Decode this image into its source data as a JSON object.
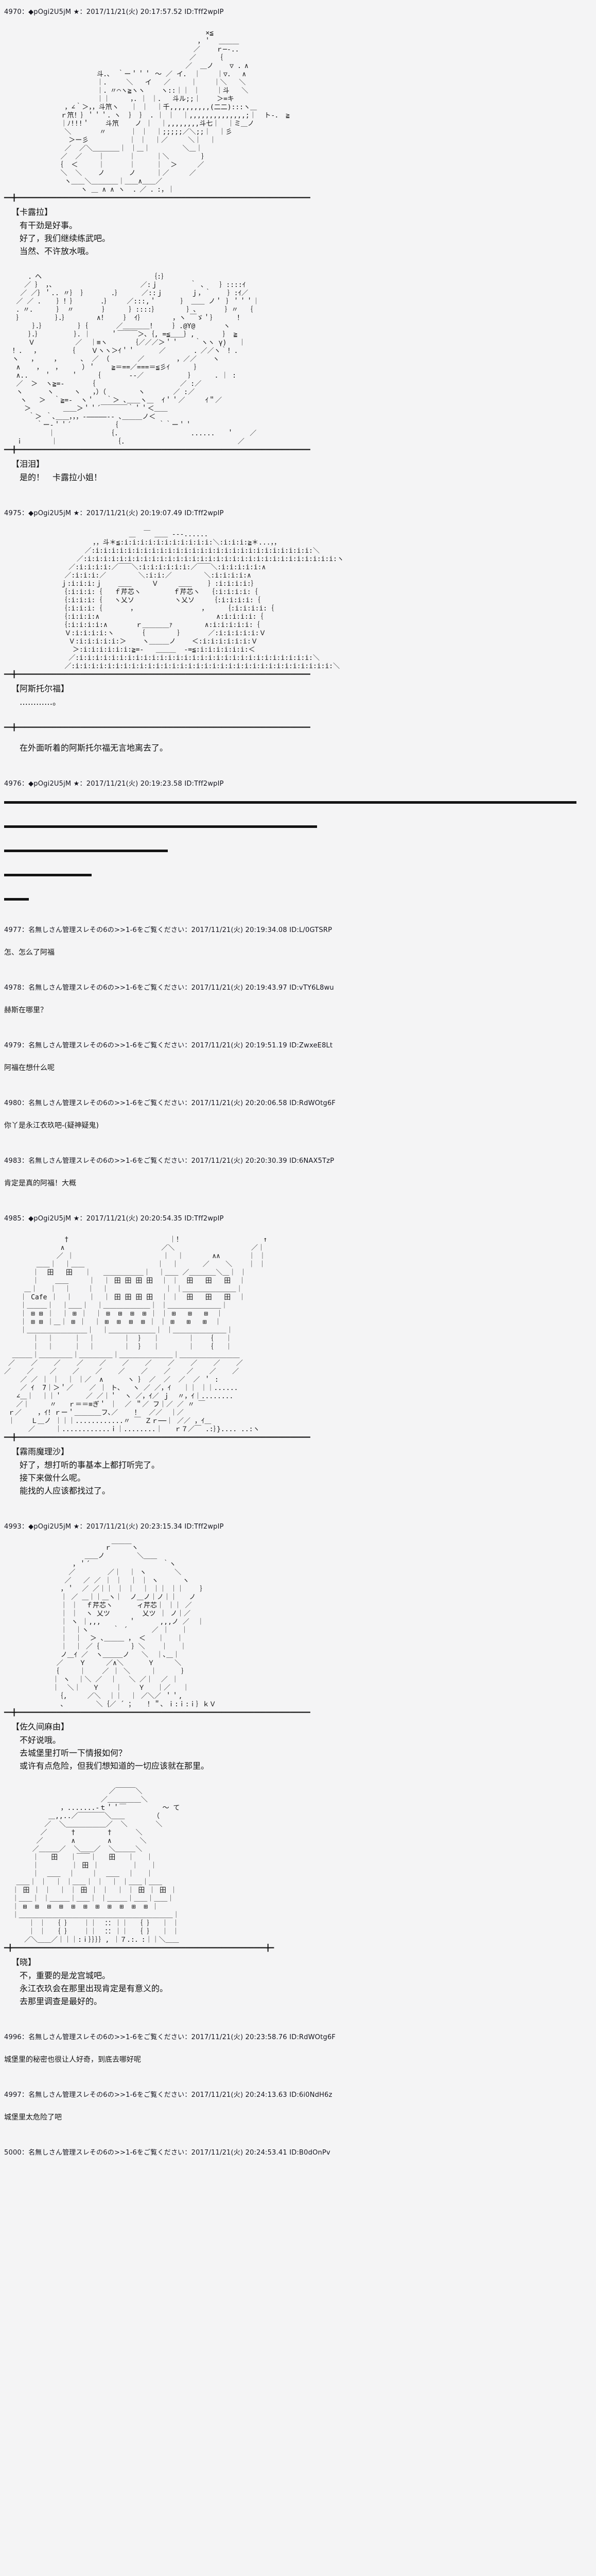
{
  "page": {
    "background": "#f4f4f5",
    "text_color": "#141414",
    "accent_dark": "#14141e"
  },
  "posts": [
    {
      "id": "4970",
      "name": "◆pOgi2U5jM ★",
      "trip": true,
      "date": "2017/11/21(火) 20:17:57.52",
      "uid": "ID:Tff2wpIP",
      "blocks": [
        {
          "kind": "aa",
          "lines": [
            "                                                  ×≦",
            "                                                ，＇  ＿＿＿",
            "                                               ／    ｒ─-..",
            "                                              ／     ｛",
            "                                             ／  ＿ノ    ▽ ．∧",
            "                       斗．、 ｀ー＇＇＇ ～ ／ イ． ｜    ｜▽．  ∧",
            "                       ｜．    ＼   イ   ／     ｜    ｜＼   ＼",
            "                       ｜．〃⌒ヽ≧ヽヽ    ヽ::｜｜ ｜    ｜斗   ＼",
            "                       ｜｜     ，．｜ ｜．  斗ル;;｜    ＞=キ",
            "               ，∠｀＞，，斗笊ヽ   ｜ ｜  ｜千,,,,,,,,,,(二二):::ヽ＿",
            "              ｒ笊！｝＇＇＇．ヽ  ｝ ｝ ．｜ ｜  ｜,,,,,,,,,,,,,,;｜  ト-． ≧",
            "              ｜ﾉ!!!＇    斗笊    ノ ｜  ｜,,,,,,,,斗七｜  ｜ミ＿ノ",
            "               ＼       〃      ｜ ｜  ｜;;;;;／＼;;｜  ｜彡",
            "                ＞ー彡          ｜ ｜  ｜／     ＼｜  ｜",
            "               ／  ／＼＿＿＿＿｜ ｜＿｜        ＼＿｜",
            "              ／  ／    ｜      ｜     ｜＼        ｝",
            "             ｛  ＜     ｜      ｜     ｜  ＞     ／",
            "              ＼  ＼    ノ      ノ     ｜／     ／",
            "               ヽ＿＿＼＿＿＿＿｜＿＿∧＿＿／",
            "                   ヽ ＿ ∧ ∧ ヽ  ．／ ．:，｜",
            "━━╋━━━━━━━━━━━━━━━━━━━━━━━━━━━━━━━━━━━━━━━━━━━━━━━━━━━━━━━━━━━━━━━━━━━━━━━━━"
          ]
        },
        {
          "kind": "dialog",
          "speaker": "【卡露拉】",
          "lines": [
            "有干劲是好事。",
            "好了，我们继续练武吧。",
            "当然、不许放水哦。"
          ]
        },
        {
          "kind": "aa",
          "lines": [
            "      ．ヘ                           ｛:｝",
            "     ／ ｝ ，、                     ／:ｊ        ｀ 、   ｝::::ｲ",
            "    ／ ／｝＇.. 〃｝ ｝      ．｝     ／::ｊ       ｊ，｀    ｝:ｲ／",
            "   ／ ／ ．   ｝！｝      ．｝    ／:::,＇      ｝ ＿＿ ノ＇ ｝＇＇＇｜",
            "   ．〃．     ｝ 〃       ｝     ｝::::｝       ｝､       ｝〃  ｛",
            "   ｝        ｝．｝       ∧！    ｝ ｲ｝       ，ヽ ￣ゞ＇｝     ！",
            "       ｝．｝        ｝｛       ／＿＿＿＿！    ｝.@Y@       ヽ",
            "      ｝．｝        ｝．｜     ＇￣￣￣＞､｛, =≦＿＿｝,       ｝ ≧",
            "      Ｖ          ／  ｜≡ヽ      ｛／／／＞＇＇    ｀ヽヽ γ)   ｜",
            "  ！．  ，       ｛    Ｖヽヽ＞ｲ＇＇      ／       ．／／ヽ｀！.",
            "  ヽ   ，    ，     ､  ／ （       ／        ，／／    ヽ",
            "   ∧    ，   ，     ）＇    ≧＝==／===＝≦彡ｲ      ｝",
            "   ∧..    ＇     ＇    ｛       --／           ｝     ．｜ :",
            "   ／  ＞  ヽ≧=-      ｛                     ／ :／",
            "   ヽ      ヽ     ヽ   ，）（        ヽ       ／ :／",
            "    ヽ   ＞  ｀≧=-  ヽ＇   ｀＞ ､＿＿ヽ＿  ｲ＇＇／     ｲ＂／",
            "     ＞        ＿＿＞＇＇´￣￣￣￣｀＇＇＜＿＿",
            "      ｀＞ ｀､＿＿，，，-―――――-- ､＿＿＿ノ＜",
            "        ｀ー-＇＇´          ｛          ｀｀ー＇＇",
            "           ｜             ｛.                  ......   ＇    ／",
            "   ｉ       ｜              ｛.                            ／",
            "━━╋━━━━━━━━━━━━━━━━━━━━━━━━━━━━━━━━━━━━━━━━━━━━━━━━━━━━━━━━━━━━━━━━━━━━━━━━━"
          ]
        },
        {
          "kind": "dialog",
          "speaker": "【泪泪】",
          "lines": [
            "是的！　卡露拉小姐！"
          ]
        }
      ]
    },
    {
      "id": "4975",
      "name": "◆pOgi2U5jM ★",
      "trip": true,
      "date": "2017/11/21(火) 20:19:07.49",
      "uid": "ID:Tff2wpIP",
      "blocks": [
        {
          "kind": "aa",
          "lines": [
            "                               ＿  ￣ ＿＿ ---......",
            "                      ，，斗＊≦:i:i:i:i:i:i:i:i:i:i:i:＼:i:i:i:≧＊...，，",
            "                    ／:i:i:i:i:i:i:i:i:i:i:i:i:i:i:i:i:i:i:i:i:i:i:i:i:i:i:i:＼",
            "                  ／:i:i:i:i:i:i:i:i:i:i:i:i:i:i:i:i:i:i:i:i:i:i:i:i:i:i:i:i:i:i:i:ヽ",
            "                ／:i:i:i:i:／￣￣＼:i:i:i:i:i:i:／￣￣＼:i:i:i:i:i:∧",
            "               ／:i:i:i:／        ＼:i:i:／        ＼:i:i:i:i:∧",
            "              ｊ:i:i:i:ｊ    ＿＿     Ｖ     ＿＿    ｝:i:i:i:i:｝",
            "              ｛:i:i:i:｛   ｆ芹芯ヽ        ｆ芹芯ヽ  ｛:i:i:i:i:｛",
            "              ｛:i:i:i:｛   ヽ乂ソ          ヽ乂ソ    ｛:i:i:i:i:｛",
            "              ｛:i:i:i:｛       ，                ，    ｛:i:i:i:i:｛",
            "              ｛:i:i:i:∧                             ∧:i:i:i:i:｛",
            "              ｛:i:i:i:i:∧       ｒ＿＿＿＿ｧ        ∧:i:i:i:i:i:｛",
            "               Ｖ:i:i:i:i:ヽ      ｛        ｝      ／:i:i:i:i:i:Ｖ",
            "                Ｖ:i:i:i:i:i:＞    ヽ＿＿＿ノ    ＜:i:i:i:i:i:i:Ｖ",
            "                 ＞:i:i:i:i:i:i:≧=-   ＿＿＿  -=≦:i:i:i:i:i:i:＜",
            "                ／:i:i:i:i:i:i:i:i:i:i:i:i:i:i:i:i:i:i:i:i:i:i:i:i:i:i:i:i:i:＼",
            "               ／:i:i:i:i:i:i:i:i:i:i:i:i:i:i:i:i:i:i:i:i:i:i:i:i:i:i:i:i:i:i:i:i:＼",
            "━━╋━━━━━━━━━━━━━━━━━━━━━━━━━━━━━━━━━━━━━━━━━━━━━━━━━━━━━━━━━━━━━━━━━━━━━━━━━"
          ]
        },
        {
          "kind": "dialog",
          "speaker": "【阿斯托尔福】",
          "lines": [
            "…………。"
          ]
        },
        {
          "kind": "rule",
          "text": "━━╋━━━━━━━━━━━━━━━━━━━━━━━━━━━━━━━━━━━━━━━━━━━━━━━━━━━━━━━━━━━━━━━━━━━━━━━━━"
        },
        {
          "kind": "narration",
          "lines": [
            "在外面听着的阿斯托尔福无言地离去了。"
          ]
        }
      ]
    },
    {
      "id": "4976",
      "name": "◆pOgi2U5jM ★",
      "trip": true,
      "date": "2017/11/21(火) 20:19:23.58",
      "uid": "ID:Tff2wpIP",
      "blocks": [
        {
          "kind": "scenebreak",
          "widths": [
            1112,
            608,
            318,
            170,
            48
          ]
        }
      ]
    },
    {
      "id": "4977",
      "name": "名無しさん管理スレその6の>>1-6をご覧ください",
      "trip": false,
      "date": "2017/11/21(火) 20:19:34.08",
      "uid": "ID:L/0GTSRP",
      "blocks": [
        {
          "kind": "body",
          "lines": [
            "怎、怎么了阿福"
          ]
        }
      ]
    },
    {
      "id": "4978",
      "name": "名無しさん管理スレその6の>>1-6をご覧ください",
      "trip": false,
      "date": "2017/11/21(火) 20:19:43.97",
      "uid": "ID:vTY6L8wu",
      "blocks": [
        {
          "kind": "body",
          "lines": [
            "赫斯在哪里？"
          ]
        }
      ]
    },
    {
      "id": "4979",
      "name": "名無しさん管理スレその6の>>1-6をご覧ください",
      "trip": false,
      "date": "2017/11/21(火) 20:19:51.19",
      "uid": "ID:ZwxeE8Lt",
      "blocks": [
        {
          "kind": "body",
          "lines": [
            "阿福在想什么呢"
          ]
        }
      ]
    },
    {
      "id": "4980",
      "name": "名無しさん管理スレその6の>>1-6をご覧ください",
      "trip": false,
      "date": "2017/11/21(火) 20:20:06.58",
      "uid": "ID:RdWOtg6F",
      "blocks": [
        {
          "kind": "body",
          "lines": [
            "你丫是永江衣玖吧-(疑神疑鬼)"
          ]
        }
      ]
    },
    {
      "id": "4983",
      "name": "名無しさん管理スレその6の>>1-6をご覧ください",
      "trip": false,
      "date": "2017/11/21(火) 20:20:30.39",
      "uid": "ID:6NAX5TzP",
      "blocks": [
        {
          "kind": "body",
          "lines": [
            "肯定是真的阿福！大概"
          ]
        }
      ]
    },
    {
      "id": "4985",
      "name": "◆pOgi2U5jM ★",
      "trip": true,
      "date": "2017/11/21(火) 20:20:54.35",
      "uid": "ID:Tff2wpIP",
      "blocks": [
        {
          "kind": "aa",
          "lines": [
            "               †                         ｜！                    ↑",
            "              ∧                        ／＼                   ／｜",
            "             ／ ｜                      ｜  ｜       ∧∧       ｜ ｜",
            "        ＿＿｜  ｜＿＿                  ｜  ｜      ／    ＼    ｜ ｜",
            "       ｜  田   田   ｜   ＿＿＿＿＿＿｜  ｜＿＿ ／＿＿＿＿＼＿｜ ｜",
            "       ｜    ＿＿     ｜  ｜ 田 田 田 田  ｜ ｜  田   田   田  ｜",
            "     ＿｜   ｜  ｜    ｜  ｜              ｜ ｜＿＿＿＿＿＿＿＿｜",
            "    ｜ Cafe ｜  ｜    ｜  ｜ 田 田 田 田  ｜ ｜  田   田   田  ｜",
            "    ｜＿＿＿｜  ｜＿＿｜  ｜＿＿＿＿＿＿＿｜ ｜＿＿＿＿＿＿＿＿｜",
            "    ｜ ⊞ ⊞ ｜  ｜ ⊞ ｜  ｜ ⊞  ⊞  ⊞  ⊞ ｜ ｜ ⊞   ⊞   ⊞  ｜",
            "    ｜ ⊞ ⊞ ｜＿｜ ⊞ ｜  ｜ ⊞  ⊞  ⊞  ⊞ ｜ ｜ ⊞   ⊞   ⊞  ｜",
            "    ｜＿＿＿＿＿＿＿＿＿｜  ｜＿＿＿＿＿＿＿｜ ｜＿＿＿＿＿＿＿＿｜",
            "       ｜  ｜     ｜  ｜       ｜  ｝  ｜       ｜   ｛   ｜",
            "       ｜  ｜     ｜  ｜       ｜  ｝  ｜       ｜   ｛   ｜",
            "  ＿＿＿｜＿＿＿＿＿｜＿＿＿＿＿｜＿＿＿＿＿＿＿＿｜＿＿＿＿＿＿＿＿＿",
            " ／    ／    ／    ／    ／    ／    ／    ／    ／    ／    ／",
            "／    ／    ／    ／    ／    ／    ／    ／    ／    ／    ／",
            "    ／ ／ ｜ ｜  ｜ ｜／  ∧      ヽ ｝ ／  ／  ／  ／ ＇ :",
            "    ／ ｲ  7｜＞＇／    ／ ｜ ト､   ヽ ／ ／，ｲ   ｜｜ ｜｜......",
            "   ∠＿｜  ｜｜＇      ／ ／｜＇  ヽ ／，ｲ／ ｊ  〃，ｲ｜........",
            "   ／｜     〃   ｒ＝＝≡ぎ＇ ｜  ／ ＂／ フ｜／ ／ 〃 ￣",
            " ｒ／    ，ｲ！ｒー＇＿＿＿＿フ､／    ！  ／／  ｜／",
            " ｜    Ｌ＿ノ ｜｜｜............〃 ￣ Ｚｒ──｜ ／／ ，ｲ＿",
            "      ／     ｜............ｉ｜........｜   ｒ７／￣ .:｝}.... ..:ヽ",
            "━━╋━━━━━━━━━━━━━━━━━━━━━━━━━━━━━━━━━━━━━━━━━━━━━━━━━━━━━━━━━━━━━━━━━━━━━━━━━"
          ]
        },
        {
          "kind": "dialog",
          "speaker": "【霧雨魔理沙】",
          "lines": [
            "好了，想打听的事基本上都打听完了。",
            "接下来做什么呢。",
            "能找的人应该都找过了。"
          ]
        }
      ]
    },
    {
      "id": "4993",
      "name": "◆pOgi2U5jM ★",
      "trip": true,
      "date": "2017/11/21(火) 20:23:15.34",
      "uid": "ID:Tff2wpIP",
      "blocks": [
        {
          "kind": "aa",
          "lines": [
            "                         ｒ￣￣￣ヽ",
            "                    ＿＿ノ        ＼＿＿",
            "                 ，＇´                  ｀ヽ",
            "                ／        ／｜  ｜ ヽ       ＼",
            "               ／   ／ ／ ｜ ｜  ｜ ｜ ヽ      ヽ",
            "              ，＇  ／ ／｜｜ ｜ ｜  ｜ ｜｜ ｜｜    ｝",
            "              ｜ ／ ＿｜｜＿ヽ｜  ノ＿ノ｜ノ｜｜   ノ",
            "              ｜ ｜  ｆ芹芯ヽ      ィ芹芯｜ ｜｜ ／",
            "              ｜ ｜  ヽ 乂ツ        乂ツ ｜ ノ｜／",
            "              ｜ ヽ ｜,,,       ＇      ,,,ノ ／  ｜",
            "              ｜  ｜ヽ      ｀ ´      ／ ｜   ｜",
            "              ｜  ｜  ＞ ､＿＿＿ ， ＜   ｜   ｜",
            "              ｜  ｜ ／｛        ｝＼    ｜   ｜",
            "              ノ＿ｲ ／  ヽ＿＿＿ノ   ＼  ｜､＿｜",
            "             ／    Ｙ     ／∧＼      Ｙ     ＼",
            "            ｛     ｜    ／ ｜ ＼     ｜      ｝",
            "            ｜ ヽ  ｜＼ ／  ｜   ＼ ／｜  ／ ｜",
            "            ｜  ＼｜   Ｙ    ｜    Ｙ   ｜／   ｜",
            "             ｛,     ／＼  ｜｜  ｜ ／＼／ ＇＇,",
            "              ､        ＼｛／ ´ ；   ！＂､ ｉ:ｉ:ｉ｝ｋＶ",
            "━━╋━━━━━━━━━━━━━━━━━━━━━━━━━━━━━━━━━━━━━━━━━━━━━━━━━━━━━━━━━━━━━━━━━━━━━━━━━"
          ]
        },
        {
          "kind": "dialog",
          "speaker": "【佐久间麻由】",
          "lines": [
            "不好说哦。",
            "去城堡里打听一下情报如何？",
            "或许有点危险，但我们想知道的一切应该就在那里。"
          ]
        },
        {
          "kind": "aa",
          "lines": [
            "                          ／￣￣￣＼",
            "                        ／＿＿＿＿＿＼",
            "              ，.......-ｔ＇＇￣         ～ て",
            "           ＿,,..／￣￣￣￣＼＿＿       （",
            "          ／  ＼＿＿＿＿＿＿／  ＼       ＼",
            "         ／      †        †      ＼",
            "        ／       ∧        ∧       ＼",
            "       ／＿＿＿／  ＼＿＿／  ＼＿＿＿＼",
            "       ｜   田   ｜￣￣｜   田   ｜   ｜",
            "       ｜        ｜ 田 ｜        ｜   ｜",
            "       ｜  ＿＿  ｜    ｜  ＿＿  ｜   ｜",
            "   ＿＿｜ ｜  ｜ ｜＿＿｜ ｜  ｜ ｜＿＿｜＿＿",
            "  ｜ 田 ｜ ｜  ｜ ｜ 田 ｜ ｜  ｜ ｜ 田 ｜ 田 ｜",
            "  ｜＿＿｜ ｜＿＿＿｜＿＿｜ ｜＿＿＿｜＿＿｜＿＿｜",
            "  ｜ ⊞  ⊞  ⊞  ⊞  ⊞  ⊞  ⊞  ⊞  ⊞  ⊞  ⊞ ｜",
            "  ｜＿＿＿＿＿＿＿＿＿＿＿＿＿＿＿＿＿＿＿＿＿＿＿｜",
            "      ｜ ｜  ｛ ｝   ｜｜  ：：｜｜  ｛ ｝  ｜ ｜",
            "      ｜ ｜  ｛ ｝   ｜｜  ：：｜｜  ｛ ｝  ｜ ｜",
            "     ／＼＿＿／｜｜｜:ｉ｝｝｝｝, ｜７.:．:｜｜＼＿＿",
            "━╋━━━━━━━━━━━━━━━━━━━━━━━━━━━━━━━━━━━━━━━━━━━━━━━━━━━━━━━━━━━━━━━╋━",
            ""
          ]
        },
        {
          "kind": "dialog",
          "speaker": "【晓】",
          "lines": [
            "不，重要的是龙宫城吧。",
            "永江衣玖会在那里出现肯定是有意义的。",
            "去那里调查是最好的。"
          ]
        }
      ]
    },
    {
      "id": "4996",
      "name": "名無しさん管理スレその6の>>1-6をご覧ください",
      "trip": false,
      "date": "2017/11/21(火) 20:23:58.76",
      "uid": "ID:RdWOtg6F",
      "blocks": [
        {
          "kind": "body",
          "lines": [
            "城堡里的秘密也很让人好奇，到底去哪好呢"
          ]
        }
      ]
    },
    {
      "id": "4997",
      "name": "名無しさん管理スレその6の>>1-6をご覧ください",
      "trip": false,
      "date": "2017/11/21(火) 20:24:13.63",
      "uid": "ID:6i0NdH6z",
      "blocks": [
        {
          "kind": "body",
          "lines": [
            "城堡里太危险了吧"
          ]
        }
      ]
    },
    {
      "id": "5000",
      "name": "名無しさん管理スレその6の>>1-6をご覧ください",
      "trip": false,
      "date": "2017/11/21(火) 20:24:53.41",
      "uid": "ID:B0dOnPv",
      "blocks": []
    }
  ]
}
